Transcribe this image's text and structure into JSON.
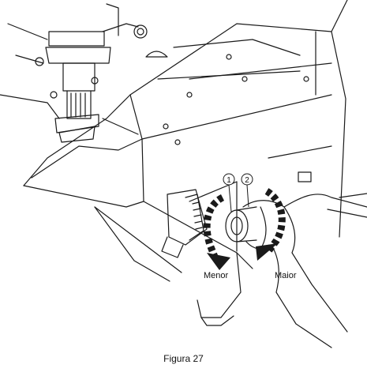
{
  "figure": {
    "callout_1": "1",
    "callout_2": "2",
    "label_left": "Menor",
    "label_right": "Maior",
    "caption": "Figura 27"
  },
  "colors": {
    "line": "#1a1a1a",
    "background": "#ffffff",
    "arrow": "#1a1a1a"
  },
  "icons": {
    "arrow_left": "curved-dashed-arrow-counterclockwise",
    "arrow_right": "curved-dashed-arrow-clockwise"
  }
}
